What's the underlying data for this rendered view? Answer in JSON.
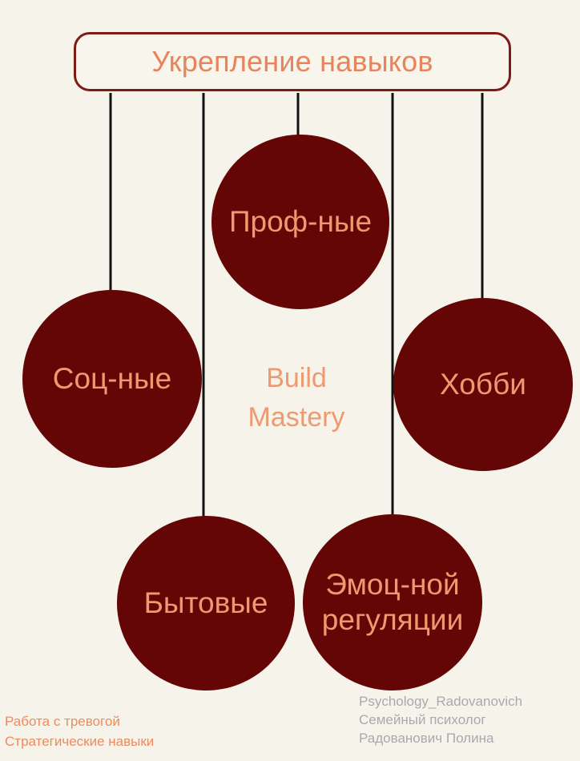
{
  "diagram": {
    "title": "Укрепление навыков",
    "center_text": [
      "Build",
      "Mastery"
    ],
    "nodes": {
      "professional": "Проф-ные",
      "social": "Соц-ные",
      "hobby": "Хобби",
      "household": "Бытовые",
      "emotional_regulation": [
        "Эмоц-ной",
        "регуляции"
      ]
    }
  },
  "footer": {
    "left": [
      "Работа с тревогой",
      "Стратегические навыки"
    ],
    "right": [
      "Psychology_Radovanovich",
      "Семейный психолог",
      "Радованович Полина"
    ]
  },
  "colors": {
    "background": "#f6f4ea",
    "node_fill": "#650606",
    "node_text": "#ee9970",
    "title_border": "#7d1b14",
    "title_text": "#e7845c",
    "footer_left_text": "#ee8a5f",
    "footer_right_text": "#a9a9ad",
    "connector": "#111111"
  }
}
